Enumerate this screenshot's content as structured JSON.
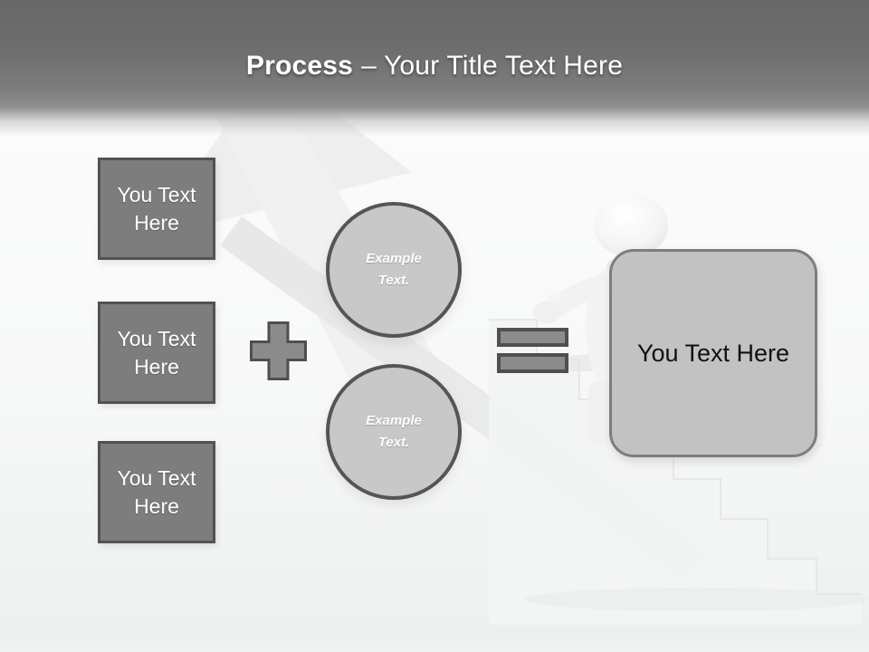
{
  "title": {
    "bold": "Process",
    "rest": "– Your Title Text Here"
  },
  "left_boxes": [
    {
      "label": "You Text Here"
    },
    {
      "label": "You Text Here"
    },
    {
      "label": "You Text Here"
    }
  ],
  "circles": [
    {
      "label": "Example Text."
    },
    {
      "label": "Example Text."
    }
  ],
  "result_box": {
    "label": "You Text Here"
  },
  "icons": {
    "plus": "plus-sign-shape",
    "equals": "equals-sign-shape",
    "background": "3d-figure-climbing-stairs-with-rising-arrow"
  },
  "colors": {
    "header_top": "#686868",
    "box_fill": "#7d7d7d",
    "box_border": "#525252",
    "operator_fill": "#8b8b8b",
    "operator_border": "#4f4f4f",
    "circle_fill": "#c8c8c8",
    "circle_border": "#555555",
    "result_fill": "#c2c2c2",
    "result_border": "#7d7d7d",
    "text_light": "#ffffff",
    "text_dark": "#111111"
  }
}
